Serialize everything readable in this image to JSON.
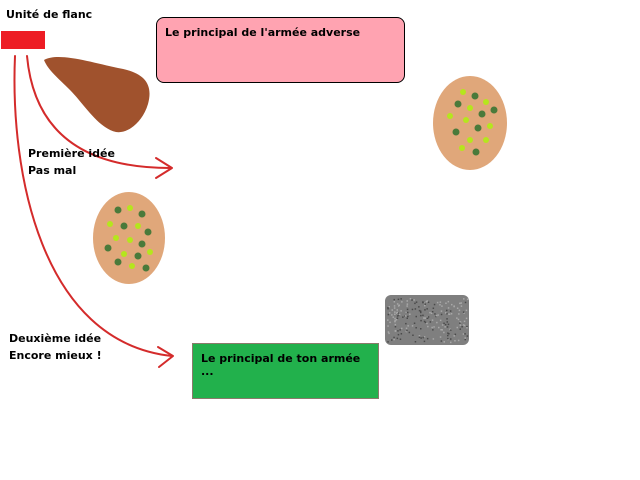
{
  "flank_unit": {
    "label": "Unité de flanc",
    "color": "#ed1c24"
  },
  "enemy_main": {
    "label": "Le principal de l'armée adverse",
    "color": "#ffa3b1"
  },
  "ally_main": {
    "label": "Le principal de ton armée ...",
    "color": "#22b14c"
  },
  "idea_one": {
    "line1": "Première idée",
    "line2": "Pas mal"
  },
  "idea_two": {
    "line1": "Deuxième idée",
    "line2": "Encore mieux !"
  },
  "colors": {
    "arrow": "#d42b2b",
    "hill": "#a0522d",
    "forest_ground": "#e0a77a",
    "tree_light": "#b5e61d",
    "tree_dark": "#4a7a3a",
    "rocks": "#7f7f7f"
  }
}
